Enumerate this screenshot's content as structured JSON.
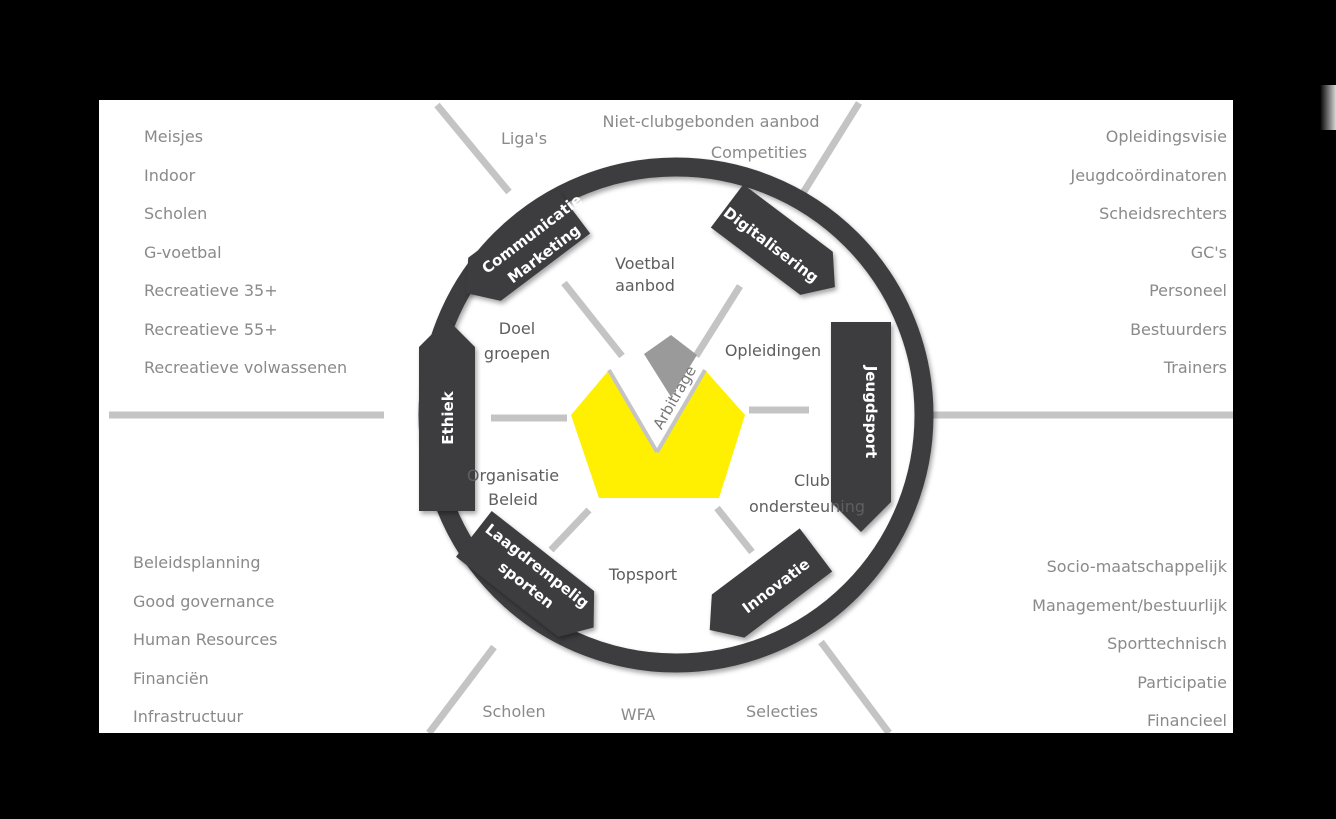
{
  "colors": {
    "background": "#000000",
    "slide": "#ffffff",
    "ring": "#3d3e40",
    "pentagon": "#ffef00",
    "connector": "#c4c4c4",
    "text_gray": "#8a8a8a",
    "text_dark": "#5e5e5e"
  },
  "lists": {
    "top_left": [
      "Meisjes",
      "Indoor",
      "Scholen",
      "G-voetbal",
      "Recreatieve 35+",
      "Recreatieve 55+",
      "Recreatieve volwassenen"
    ],
    "top_right": [
      "Opleidingsvisie",
      "Jeugdcoördinatoren",
      "Scheidsrechters",
      "GC's",
      "Personeel",
      "Bestuurders",
      "Trainers"
    ],
    "bottom_left": [
      "Beleidsplanning",
      "Good governance",
      "Human Resources",
      "Financiën",
      "Infrastructuur"
    ],
    "bottom_right": [
      "Socio-maatschappelijk",
      "Management/bestuurlijk",
      "Sporttechnisch",
      "Participatie",
      "Financieel"
    ]
  },
  "top_labels": {
    "ligas": "Liga's",
    "niet_clubgebonden": "Niet-clubgebonden aanbod",
    "competities": "Competities"
  },
  "bottom_labels": {
    "scholen": "Scholen",
    "wfa": "WFA",
    "selecties": "Selecties"
  },
  "ring_arrows": {
    "communicatie_line1": "Communicatie",
    "communicatie_line2": "Marketing",
    "digitalisering": "Digitalisering",
    "jeugdsport": "Jeugdsport",
    "innovatie": "Innovatie",
    "laagdrempelig_line1": "Laagdrempelig",
    "laagdrempelig_line2": "sporten",
    "ethiek": "Ethiek"
  },
  "inner_labels": {
    "voetbal": "Voetbal",
    "aanbod": "aanbod",
    "doel": "Doel",
    "groepen": "groepen",
    "opleidingen": "Opleidingen",
    "organisatie": "Organisatie",
    "beleid": "Beleid",
    "club": "Club",
    "ondersteuning": "ondersteuning",
    "topsport": "Topsport"
  },
  "center": {
    "arbitrage": "Arbitrage"
  }
}
